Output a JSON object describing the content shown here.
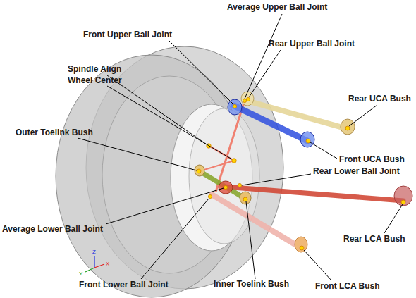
{
  "diagram": {
    "labels": [
      "Average Upper Ball Joint",
      "Front Upper Ball Joint",
      "Rear Upper Ball Joint",
      "Spindle Align",
      "Wheel Center",
      "Rear UCA Bush",
      "Outer Toelink Bush",
      "Front UCA Bush",
      "Rear Lower Ball Joint",
      "Average Lower Ball Joint",
      "Rear LCA Bush",
      "Front Lower Ball Joint",
      "Inner Toelink Bush",
      "Front LCA Bush",
      "Z",
      "Y",
      "X"
    ]
  }
}
